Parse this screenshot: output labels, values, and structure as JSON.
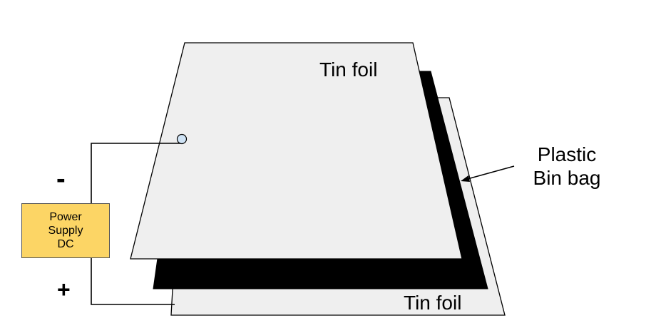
{
  "layers": {
    "top_foil_label": "Tin foil",
    "bottom_foil_label": "Tin foil",
    "bag_label_line1": "Plastic",
    "bag_label_line2": "Bin bag"
  },
  "power_supply": {
    "line1": "Power",
    "line2": "Supply",
    "line3": "DC",
    "negative_sign": "-",
    "positive_sign": "+"
  },
  "colors": {
    "foil_fill": "#efefef",
    "bag_fill": "#000000",
    "psu_fill": "#fcd565",
    "contact_fill": "#cfe3f5",
    "wire": "#000000"
  }
}
